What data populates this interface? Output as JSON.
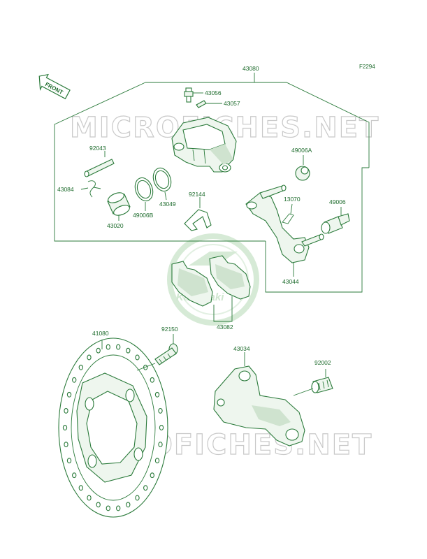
{
  "diagram_code": "F2294",
  "front_label": "FRONT",
  "watermark": {
    "text": "MICROFICHES.NET",
    "brand": "Kawasaki",
    "color": "#c9c9c9",
    "brand_color": "#cfe6cf"
  },
  "line_color": "#2a7a3a",
  "label_color": "#1d6b2c",
  "parts": {
    "p43080": "43080",
    "p43056": "43056",
    "p43057": "43057",
    "p92043": "92043",
    "p43084": "43084",
    "p43020": "43020",
    "p49006B": "49006B",
    "p43049": "43049",
    "p92144": "92144",
    "p49006A": "49006A",
    "p13070": "13070",
    "p49006": "49006",
    "p43044": "43044",
    "p43082": "43082",
    "p41080": "41080",
    "p92150": "92150",
    "p43034": "43034",
    "p92002": "92002"
  }
}
